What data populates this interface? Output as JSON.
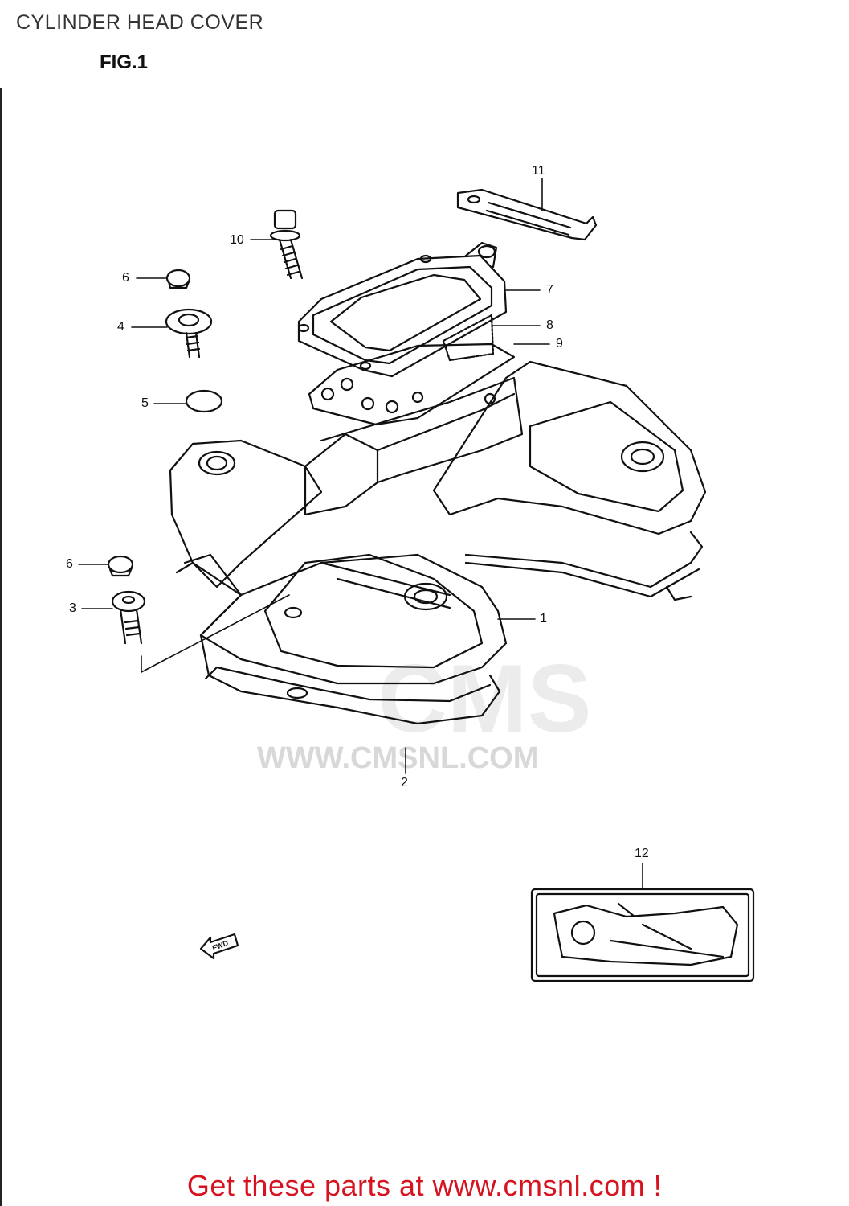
{
  "header": {
    "title": "CYLINDER HEAD COVER",
    "figure": "FIG.1"
  },
  "callouts": [
    {
      "key": "c1",
      "label": "1"
    },
    {
      "key": "c2",
      "label": "2"
    },
    {
      "key": "c3",
      "label": "3"
    },
    {
      "key": "c4",
      "label": "4"
    },
    {
      "key": "c5",
      "label": "5"
    },
    {
      "key": "c6a",
      "label": "6"
    },
    {
      "key": "c6b",
      "label": "6"
    },
    {
      "key": "c7",
      "label": "7"
    },
    {
      "key": "c8",
      "label": "8"
    },
    {
      "key": "c9",
      "label": "9"
    },
    {
      "key": "c10",
      "label": "10"
    },
    {
      "key": "c11",
      "label": "11"
    },
    {
      "key": "c12",
      "label": "12"
    }
  ],
  "fwd_marker": "FWD",
  "watermark": {
    "brand": "CMS",
    "url": "WWW.CMSNL.COM"
  },
  "footer": {
    "cta": "Get these parts at www.cmsnl.com !"
  },
  "colors": {
    "cta": "#d6131f",
    "line": "#111111",
    "watermark": "#d8d8d8"
  }
}
